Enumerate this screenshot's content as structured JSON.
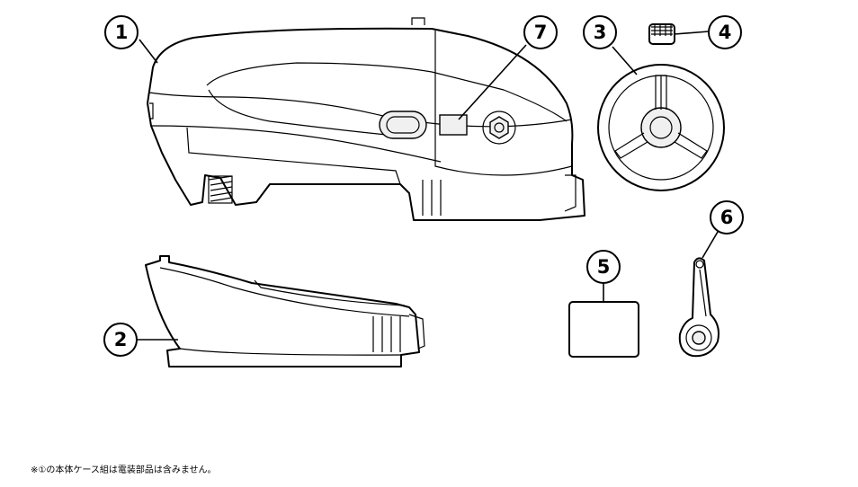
{
  "callouts": [
    {
      "id": "1",
      "label": "1"
    },
    {
      "id": "2",
      "label": "2"
    },
    {
      "id": "3",
      "label": "3"
    },
    {
      "id": "4",
      "label": "4"
    },
    {
      "id": "5",
      "label": "5"
    },
    {
      "id": "6",
      "label": "6"
    },
    {
      "id": "7",
      "label": "7"
    }
  ],
  "footnote": "※①の本体ケース組は電装部品は含みません。"
}
